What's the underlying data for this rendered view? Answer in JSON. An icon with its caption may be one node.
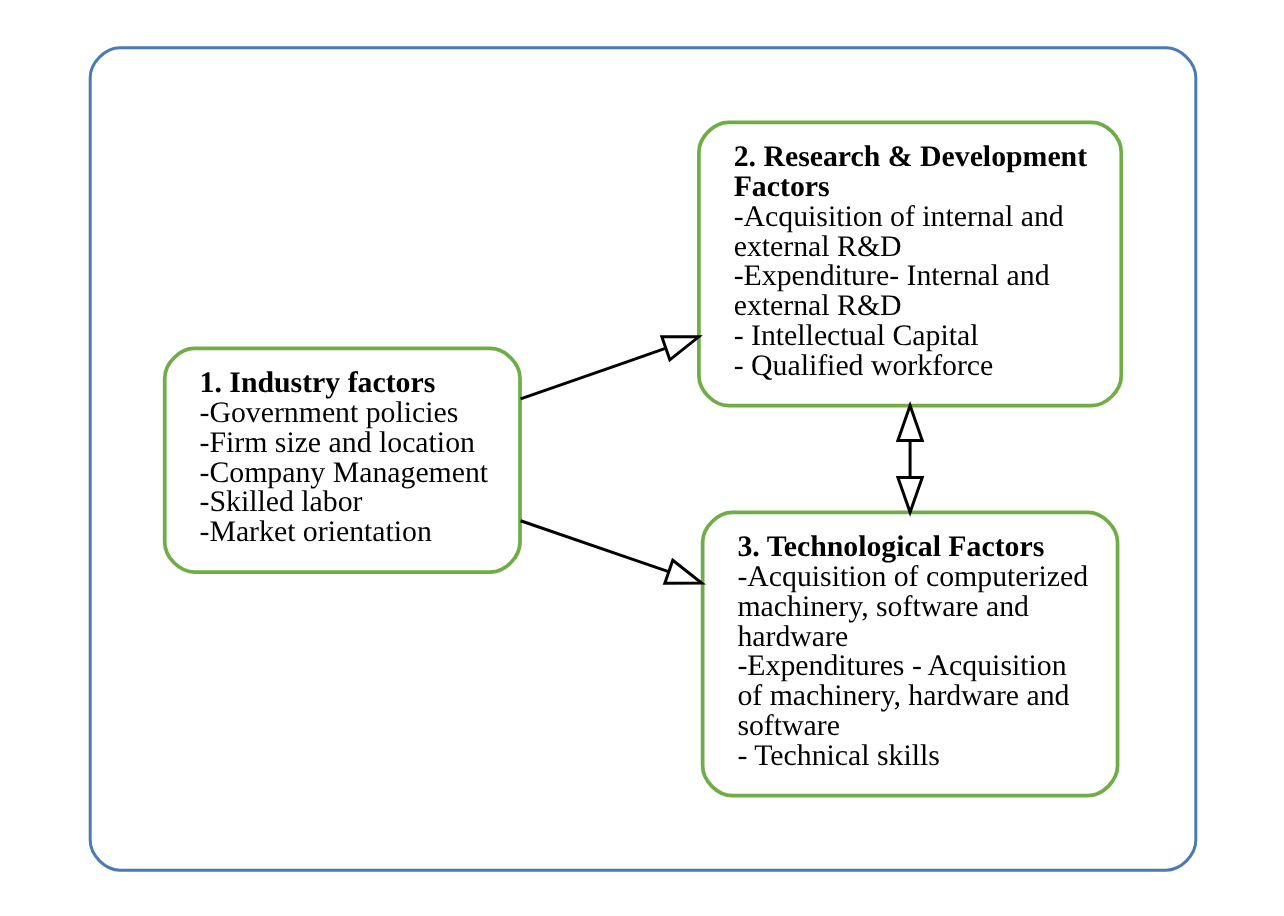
{
  "diagram": {
    "nodes": [
      {
        "text": [],
        "shape": "box"
      },
      {
        "text": [
          "1. Industry factors",
          "-Government policies",
          "-Firm size and location",
          "-Company Management",
          "-Skilled labor",
          "-Market orientation"
        ],
        "in": 0
      },
      {
        "text": [
          "2. Research & Development Factors",
          "-Acquisition of internal and external R&D",
          "-Expenditure- Internal and external R&D",
          "- Intellectual Capital",
          "- Qualified workforce"
        ],
        "in": 0
      },
      {
        "text": [
          "3. Technological Factors",
          "-Acquisition of computerized machinery, software and hardware",
          "-Expenditures - Acquisition of machinery, hardware and software",
          "- Technical skills"
        ],
        "in": 0
      }
    ],
    "edges": [
      {
        "from": 1,
        "to": 2,
        "arrow": "to"
      },
      {
        "from": 1,
        "to": 3,
        "arrow": "to"
      },
      {
        "from": 2,
        "to": 3,
        "arrow": "both"
      }
    ]
  }
}
